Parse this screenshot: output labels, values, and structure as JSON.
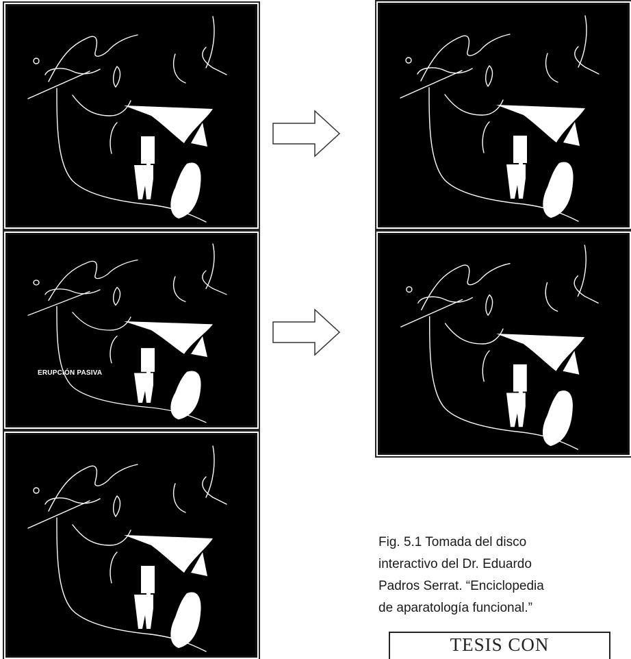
{
  "panels": {
    "label_erupcion": "ERUPCIÓN PASIVA"
  },
  "caption": {
    "line1": "Fig. 5.1 Tomada del disco",
    "line2": "interactivo del Dr. Eduardo",
    "line3": "Padros Serrat. “Enciclopedia",
    "line4": "de aparatología funcional.”"
  },
  "stamp": {
    "text": "TESIS CON"
  },
  "icons": [
    "right-arrow-icon",
    "right-arrow-icon"
  ]
}
